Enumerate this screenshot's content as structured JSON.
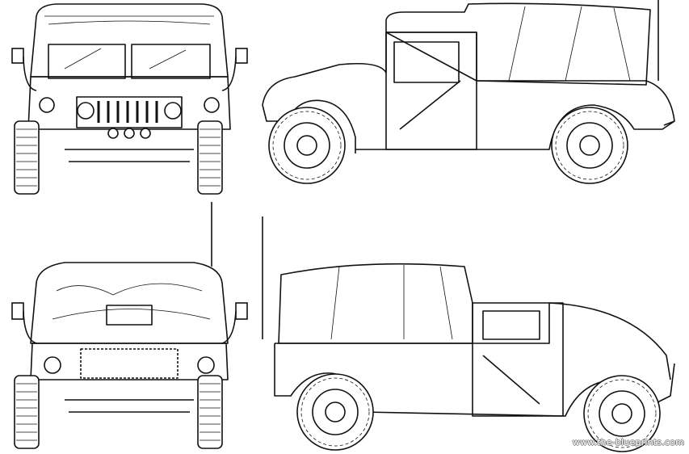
{
  "title": "HMMWV soft-top blueprint",
  "views": [
    "front-view",
    "left-side-view",
    "rear-view",
    "right-side-view"
  ],
  "watermark": "www.the-blueprints.com"
}
